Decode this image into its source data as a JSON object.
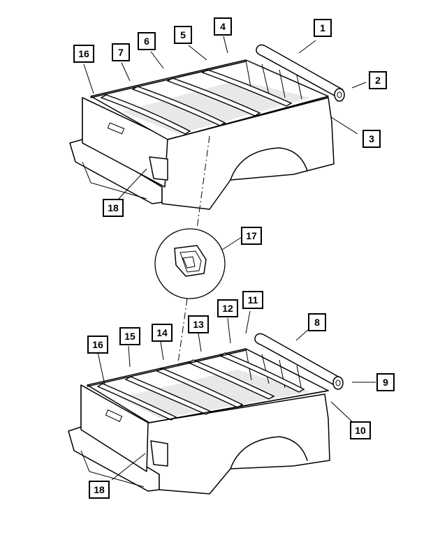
{
  "callouts": {
    "c1": "1",
    "c2": "2",
    "c3": "3",
    "c4": "4",
    "c5": "5",
    "c6": "6",
    "c7": "7",
    "c16a": "16",
    "c18a": "18",
    "c17": "17",
    "c8": "8",
    "c9": "9",
    "c10": "10",
    "c11": "11",
    "c12": "12",
    "c13": "13",
    "c14": "14",
    "c15": "15",
    "c16b": "16",
    "c18b": "18"
  }
}
